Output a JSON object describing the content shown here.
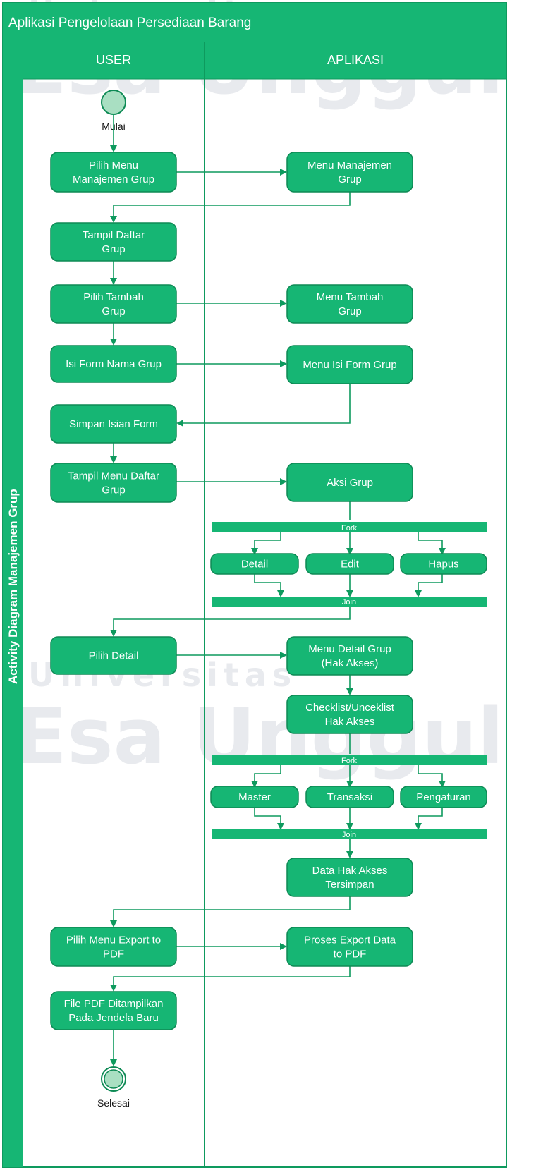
{
  "header": {
    "title": "Aplikasi Pengelolaan Persediaan Barang"
  },
  "side_label": "Activity Diagram Manajemen Grup",
  "lanes": {
    "user": "USER",
    "app": "APLIKASI"
  },
  "watermark": {
    "line1": "Universitas",
    "line2": "Esa Unggul"
  },
  "colors": {
    "green": "#16b674",
    "green_dark": "#0e8a55",
    "line": "#0e9a5e",
    "text_light": "#ffffff",
    "start_fill": "#a9dfc2",
    "watermark": "#e6e9ef"
  },
  "nodes": {
    "start": "Mulai",
    "end": "Selesai",
    "u1": [
      "Pilih Menu",
      "Manajemen Grup"
    ],
    "a1": [
      "Menu Manajemen",
      "Grup"
    ],
    "u2": [
      "Tampil Daftar",
      "Grup"
    ],
    "u3": [
      "Pilih Tambah",
      "Grup"
    ],
    "a2": [
      "Menu Tambah",
      "Grup"
    ],
    "u4": [
      "Isi Form Nama Grup"
    ],
    "a3": [
      "Menu Isi Form Grup"
    ],
    "u5": [
      "Simpan Isian Form"
    ],
    "u6": [
      "Tampil Menu Daftar",
      "Grup"
    ],
    "a4": [
      "Aksi Grup"
    ],
    "fork1": "Fork",
    "f1a": [
      "Detail"
    ],
    "f1b": [
      "Edit"
    ],
    "f1c": [
      "Hapus"
    ],
    "join1": "Join",
    "u7": [
      "Pilih Detail"
    ],
    "a5": [
      "Menu Detail Grup",
      "(Hak Akses)"
    ],
    "a6": [
      "Checklist/Unceklist",
      "Hak Akses"
    ],
    "fork2": "Fork",
    "f2a": [
      "Master"
    ],
    "f2b": [
      "Transaksi"
    ],
    "f2c": [
      "Pengaturan"
    ],
    "join2": "Join",
    "a7": [
      "Data Hak Akses",
      "Tersimpan"
    ],
    "u8": [
      "Pilih Menu Export to",
      "PDF"
    ],
    "a8": [
      "Proses Export Data",
      "to PDF"
    ],
    "u9": [
      "File PDF Ditampilkan",
      "Pada Jendela Baru"
    ]
  }
}
